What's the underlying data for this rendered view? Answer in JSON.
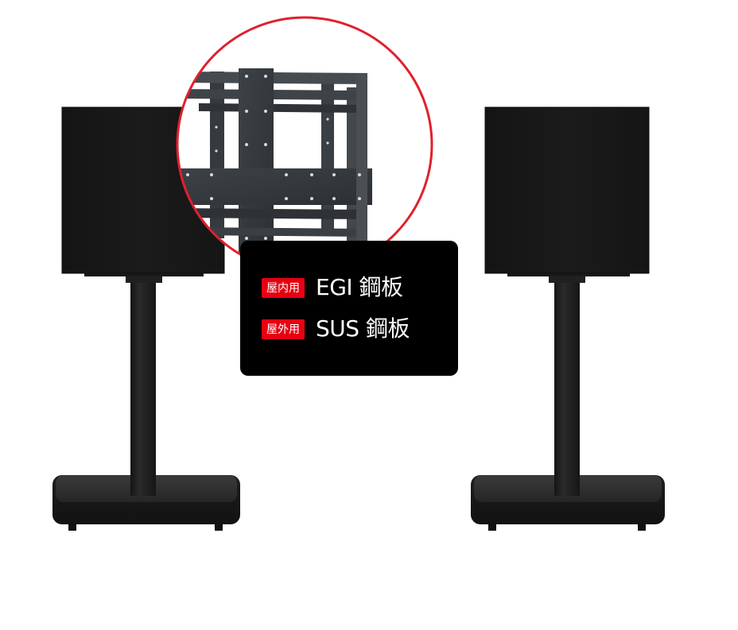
{
  "colors": {
    "background": "#ffffff",
    "product": "#1c1c1c",
    "highlight_circle": "#e0202e",
    "label_card": "#000000",
    "badge": "#e60012",
    "text": "#ffffff"
  },
  "icons": {
    "left_stand": "signage-stand-icon",
    "right_stand": "signage-stand-icon",
    "zoom_detail": "steel-frame-detail-icon"
  },
  "labels": [
    {
      "badge": "屋内用",
      "material": "EGI 鋼板"
    },
    {
      "badge": "屋外用",
      "material": "SUS 鋼板"
    }
  ]
}
